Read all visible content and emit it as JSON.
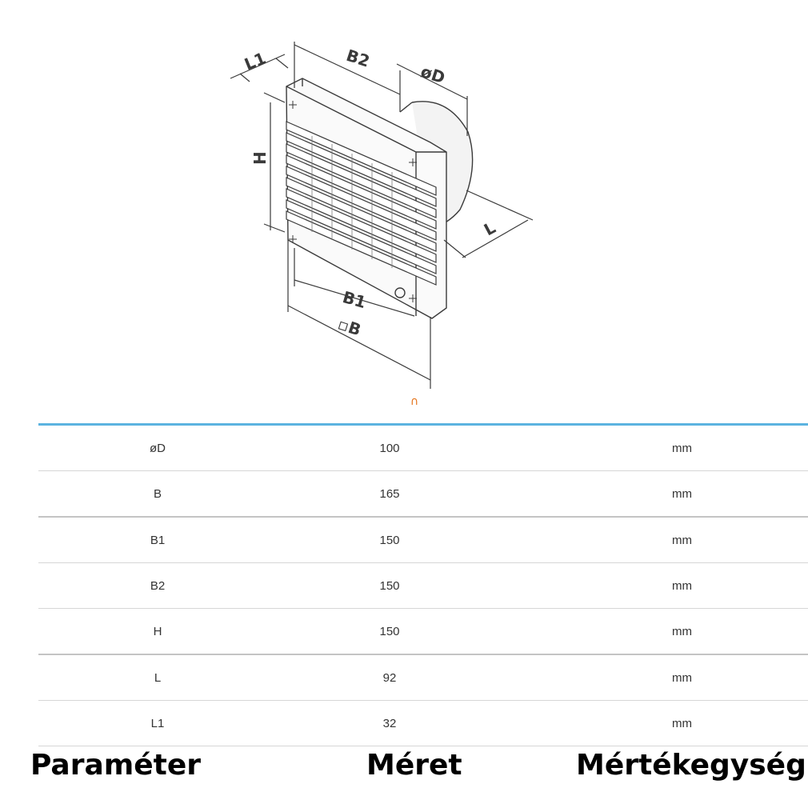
{
  "drawing": {
    "labels": {
      "L1": "L1",
      "B2": "B2",
      "D": "øD",
      "H": "H",
      "L": "L",
      "B1": "B1",
      "B": "▫B"
    },
    "marker": "∩"
  },
  "table": {
    "rows": [
      {
        "param": "øD",
        "size": "100",
        "unit": "mm"
      },
      {
        "param": "B",
        "size": "165",
        "unit": "mm"
      },
      {
        "param": "B1",
        "size": "150",
        "unit": "mm"
      },
      {
        "param": "B2",
        "size": "150",
        "unit": "mm"
      },
      {
        "param": "H",
        "size": "150",
        "unit": "mm"
      },
      {
        "param": "L",
        "size": "92",
        "unit": "mm"
      },
      {
        "param": "L1",
        "size": "32",
        "unit": "mm"
      }
    ]
  },
  "headers": {
    "param": "Paraméter",
    "size": "Méret",
    "unit": "Mértékegység"
  }
}
